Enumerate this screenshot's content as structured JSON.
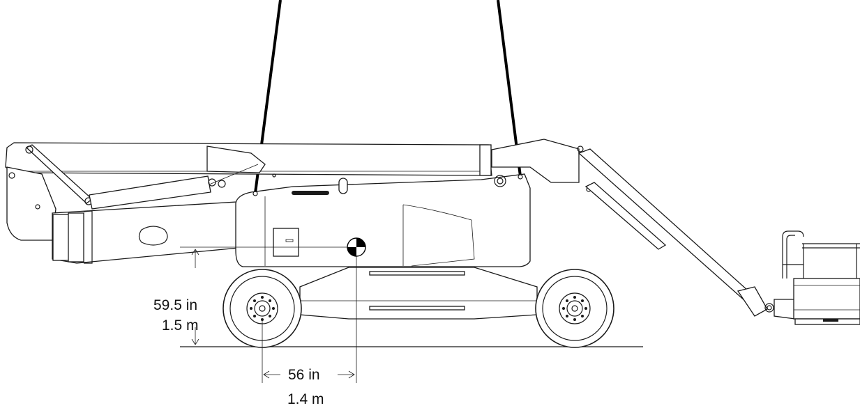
{
  "colors": {
    "line": "#1a1a1a",
    "sling": "#000000",
    "background": "#ffffff"
  },
  "dimensions": {
    "cg_height_in": "59.5 in",
    "cg_height_m": "1.5 m",
    "cg_offset_in": "56 in",
    "cg_offset_m": "1.4 m"
  }
}
